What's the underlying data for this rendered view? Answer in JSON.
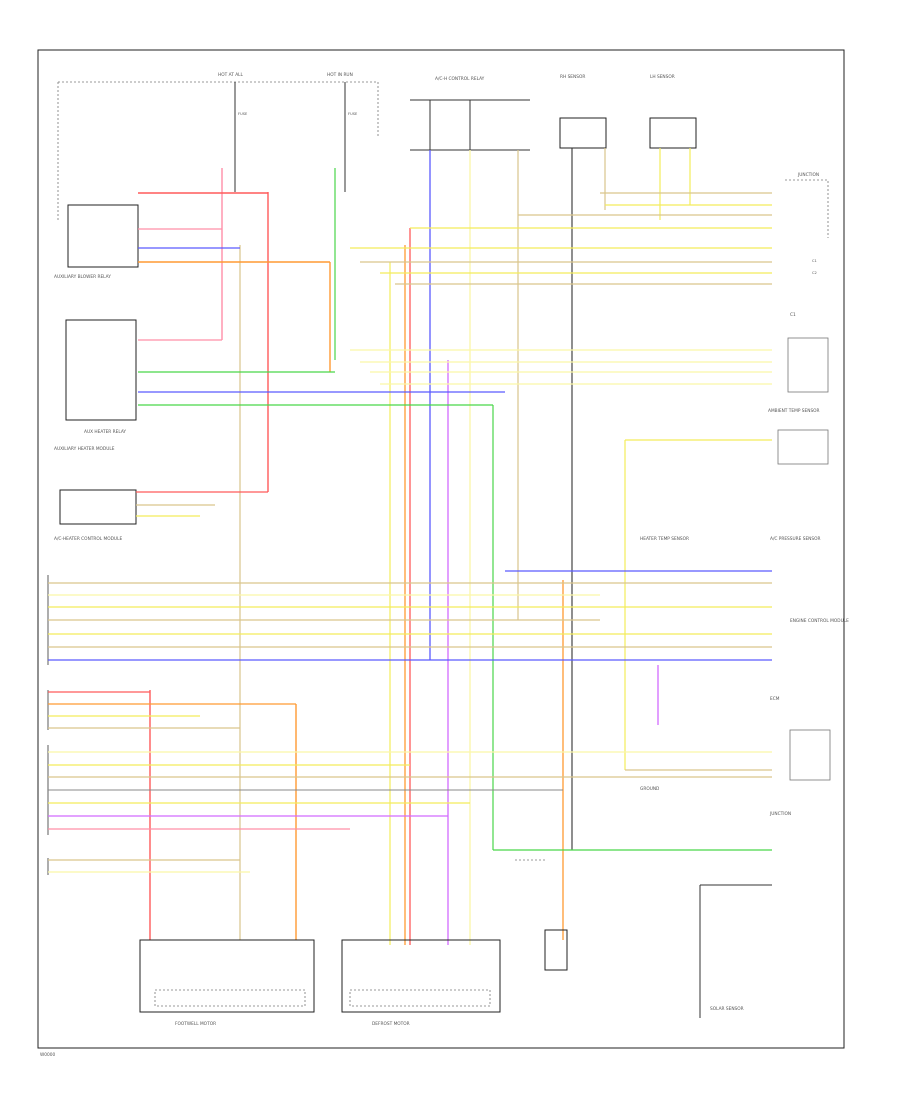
{
  "diagram": {
    "background": "#ffffff",
    "wire_colors": {
      "red": "#ff5a5a",
      "pink": "#ff8fa8",
      "orange": "#ff9a33",
      "yellow": "#f3ec5a",
      "light_yellow": "#fbf6a8",
      "tan": "#d9c58c",
      "blue": "#5a5aff",
      "violet": "#d26bff",
      "green": "#49d649",
      "gray": "#888888",
      "black": "#333333"
    },
    "labels": {
      "top_fuse_1": "HOT AT ALL",
      "top_fuse_2": "HOT IN RUN",
      "top_relay": "A/C-H CONTROL RELAY",
      "top_sensor_1": "RH SENSOR",
      "top_sensor_2": "LH SENSOR",
      "fuse_a": "FUSE",
      "fuse_b": "FUSE",
      "left_relay_1": "AUXILIARY BLOWER RELAY",
      "left_relay_2": "AUX HEATER RELAY",
      "left_module": "AUXILIARY HEATER MODULE",
      "left_ac_module": "A/C-HEATER CONTROL MODULE",
      "right_top_group": "JUNCTION",
      "right_c1": "C1",
      "right_c2": "C2",
      "right_ambient": "AMBIENT TEMP SENSOR",
      "right_heater_temp": "HEATER TEMP SENSOR",
      "right_ac_pressure": "A/C PRESSURE SENSOR",
      "right_module_c1": "C1",
      "right_ecm": "ENGINE CONTROL MODULE",
      "right_ecm_2": "ECM",
      "right_connector": "JUNCTION",
      "right_ground": "GROUND",
      "motor_1": "FOOTWELL MOTOR",
      "motor_2": "DEFROST MOTOR",
      "bottom_right": "SOLAR SENSOR",
      "page_code": "W0000"
    }
  }
}
